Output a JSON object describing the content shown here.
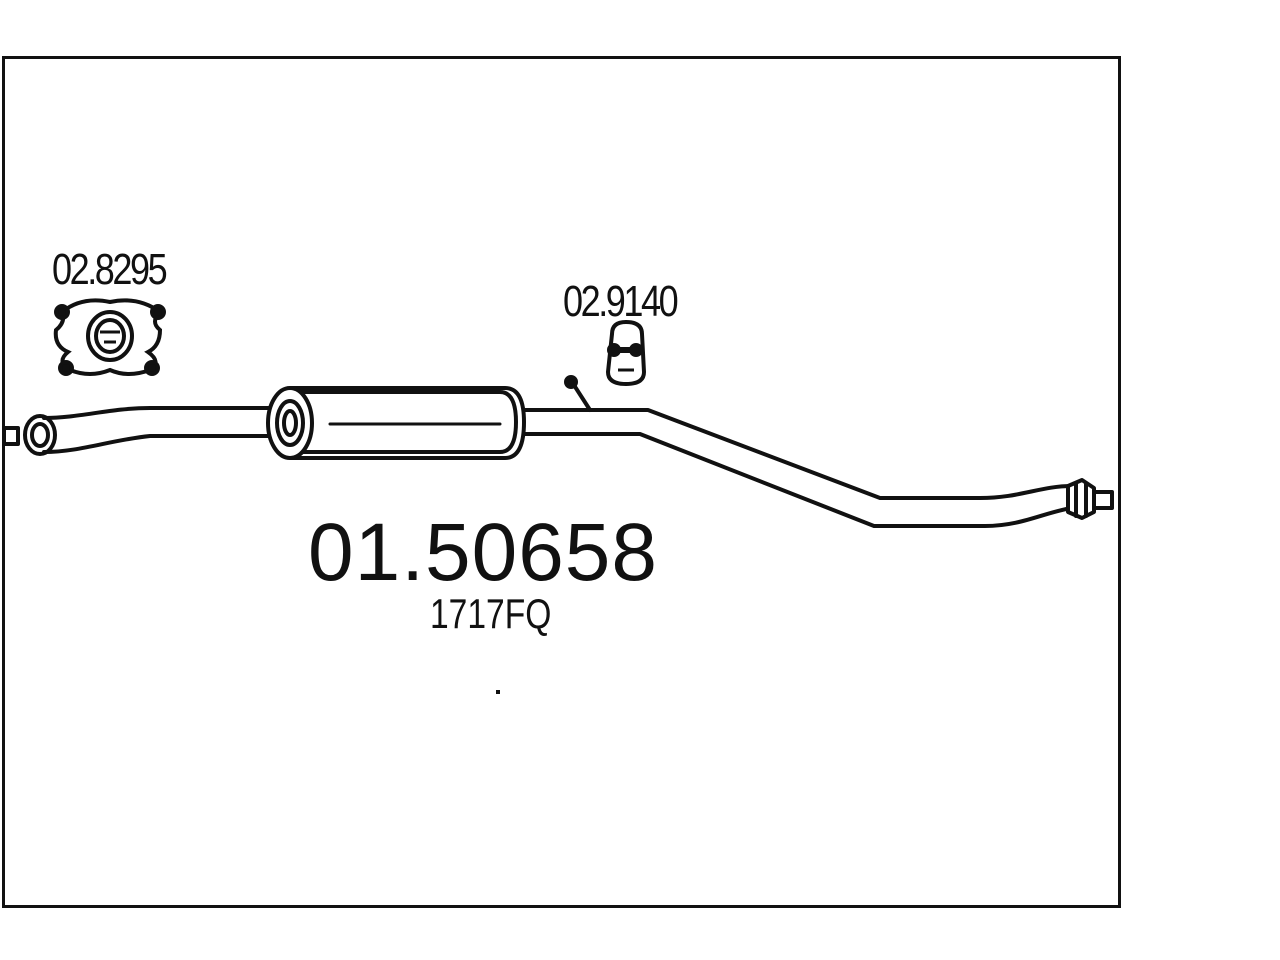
{
  "part": {
    "main_number": "01.50658",
    "reference_code": "1717FQ"
  },
  "components": [
    {
      "id": "left-hanger",
      "part_number": "02.8295"
    },
    {
      "id": "right-hanger",
      "part_number": "02.9140"
    }
  ],
  "colors": {
    "line": "#111111",
    "background": "#ffffff"
  }
}
